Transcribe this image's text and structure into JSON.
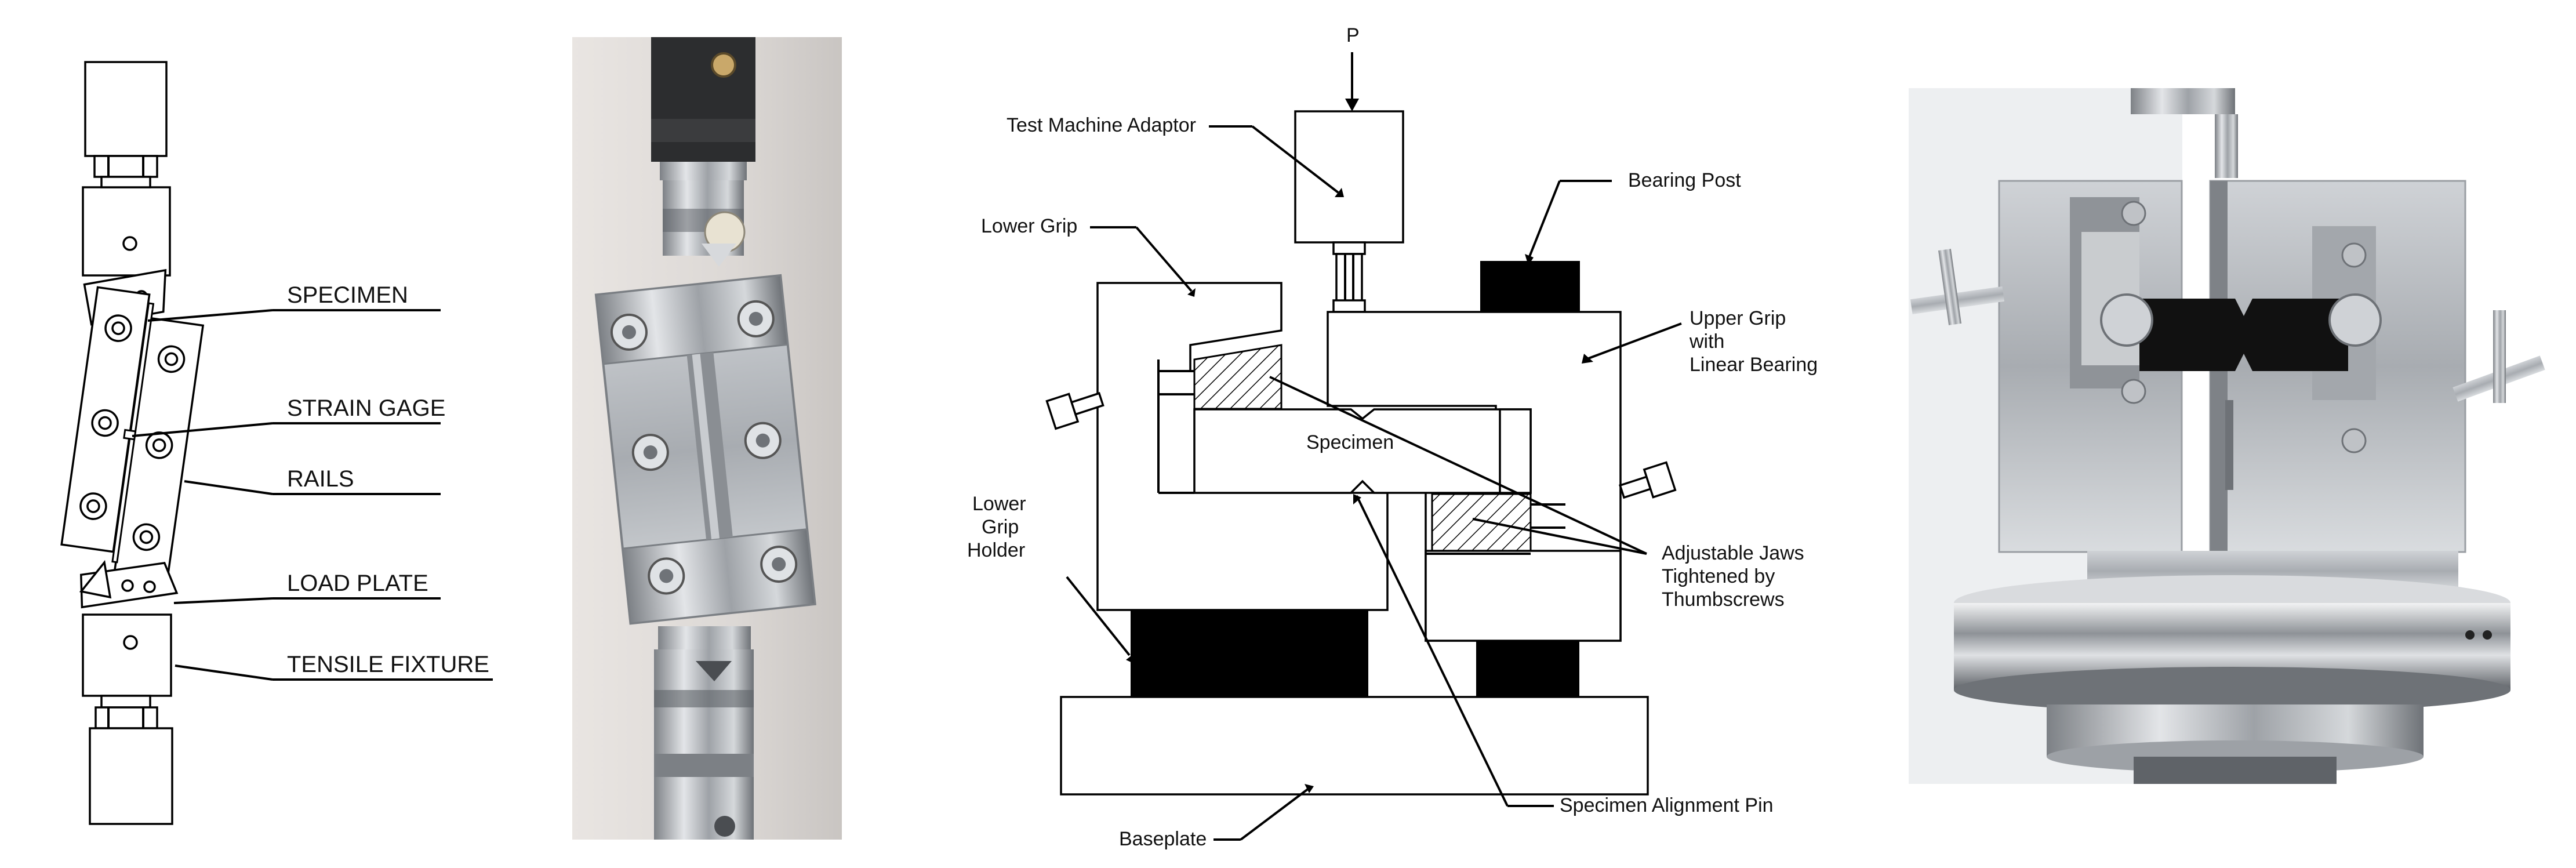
{
  "rail_shear_fixture": {
    "labels": {
      "specimen": "SPECIMEN",
      "strain_gage": "STRAIN GAGE",
      "rails": "RAILS",
      "load_plate": "LOAD PLATE",
      "tensile_fixture": "TENSILE FIXTURE"
    }
  },
  "iosipescu_fixture": {
    "labels": {
      "load": "P",
      "test_machine_adaptor": "Test Machine Adaptor",
      "bearing_post": "Bearing Post",
      "lower_grip": "Lower Grip",
      "upper_grip_line1": "Upper Grip",
      "upper_grip_line2": "with",
      "upper_grip_line3": "Linear Bearing",
      "specimen": "Specimen",
      "lower_grip_holder_line1": "Lower",
      "lower_grip_holder_line2": "Grip",
      "lower_grip_holder_line3": "Holder",
      "adjustable_jaws_line1": "Adjustable Jaws",
      "adjustable_jaws_line2": "Tightened by",
      "adjustable_jaws_line3": "Thumbscrews",
      "baseplate": "Baseplate",
      "alignment_pin": "Specimen Alignment Pin"
    }
  },
  "photo_right": {
    "plate_text_left": "",
    "plate_text_right": ""
  },
  "colors": {
    "line": "#000000",
    "background": "#ffffff",
    "photo_bg_1": "#e6e3e0",
    "photo_bg_2": "#eef0f1",
    "steel": "#b9bcc0",
    "dark_rod": "#2a2a2a"
  }
}
